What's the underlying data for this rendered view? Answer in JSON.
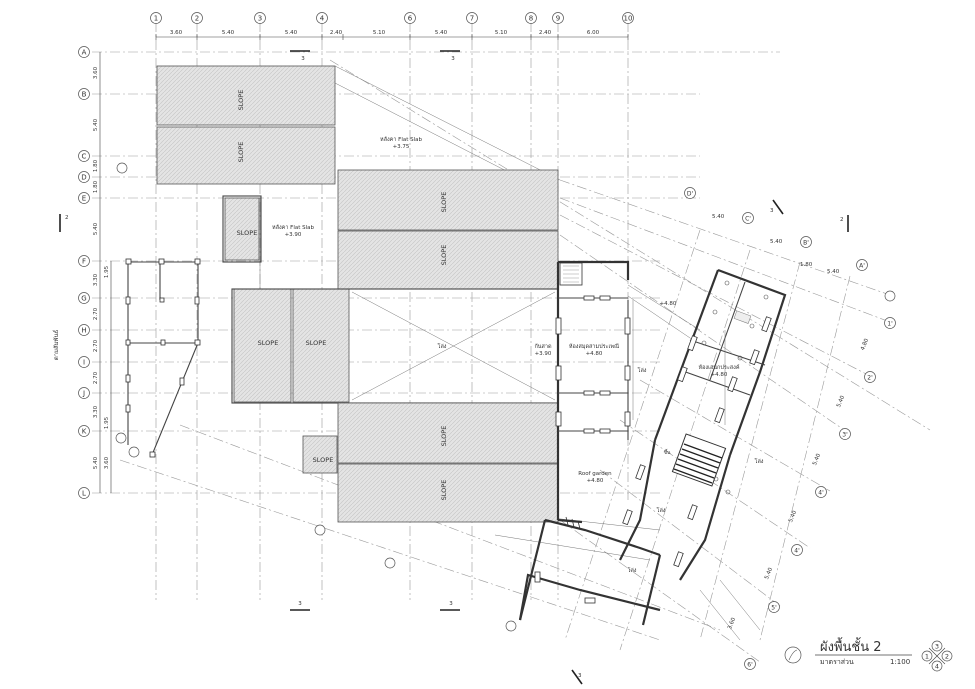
{
  "grid": {
    "columns": [
      "1",
      "2",
      "3",
      "4",
      "6",
      "7",
      "8",
      "9",
      "10"
    ],
    "column_dims": [
      "3.60",
      "5.40",
      "5.40",
      "2.40",
      "5.10",
      "5.40",
      "5.10",
      "2.40",
      "6.00"
    ],
    "rows": [
      "A",
      "B",
      "C",
      "D",
      "E",
      "F",
      "G",
      "H",
      "I",
      "J",
      "K",
      "L"
    ],
    "row_dims": [
      "3.60",
      "5.40",
      "1.80",
      "1.80",
      "5.40",
      "3.30",
      "1.95",
      "2.70",
      "2.70",
      "2.70",
      "3.30",
      "1.95",
      "5.40",
      "3.60"
    ],
    "rotated_letters": [
      "D'",
      "C'",
      "B'",
      "A'"
    ],
    "rotated_letter_dims": [
      "5.40",
      "5.40",
      "1.80",
      "5.40"
    ],
    "rotated_numbers": [
      "1'",
      "2'",
      "3'",
      "4'",
      "5'",
      "6'"
    ],
    "rotated_number_dims": [
      "4.80",
      "5.40",
      "5.40",
      "5.40",
      "5.40"
    ]
  },
  "section_marks": {
    "number": "3",
    "side_number": "2"
  },
  "roofs": {
    "slope": "SLOPE"
  },
  "labels": {
    "flat_slab_1": "หลังคา Flat Slab",
    "flat_slab_1_level": "+3.75",
    "flat_slab_2": "หลังคา Flat Slab",
    "flat_slab_2_level": "+3.90",
    "void_1": "โล่ง",
    "void_2": "โล่ง",
    "void_3": "โล่ง",
    "void_4": "โล่ง",
    "void_5": "โล่ง",
    "room_1": "กันสาด",
    "room_1_level": "+3.90",
    "room_2": "ห้องสมุดสามประเพณี",
    "room_2_level": "+4.80",
    "room_3": "ห้องเอนกประสงค์",
    "room_3_level": "+4.80",
    "level_480": "+4.80",
    "stair": "ขึ้น",
    "roof_garden": "Roof garden",
    "roof_garden_level": "+4.80",
    "side_note": "ตามสัมพันธ์"
  },
  "title": {
    "name": "ผังพื้นชั้น 2",
    "scale_label": "มาตราส่วน",
    "scale": "1:100"
  },
  "key_plan": {
    "top": "3",
    "left": "1",
    "right": "2",
    "bottom": "4"
  }
}
